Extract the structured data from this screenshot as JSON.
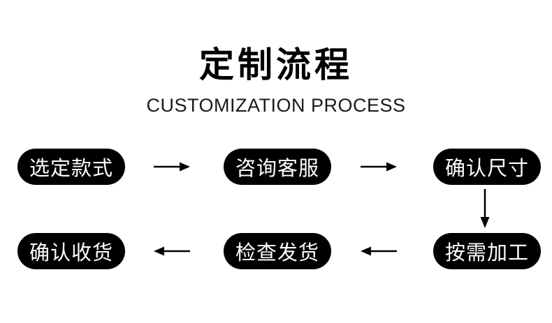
{
  "header": {
    "title": "定制流程",
    "subtitle": "CUSTOMIZATION PROCESS"
  },
  "flow": {
    "steps": [
      {
        "label": "选定款式"
      },
      {
        "label": "咨询客服"
      },
      {
        "label": "确认尺寸"
      },
      {
        "label": "按需加工"
      },
      {
        "label": "检查发货"
      },
      {
        "label": "确认收货"
      }
    ],
    "connections": [
      {
        "from": "选定款式",
        "to": "咨询客服",
        "icon": "arrow-right-icon"
      },
      {
        "from": "咨询客服",
        "to": "确认尺寸",
        "icon": "arrow-right-icon"
      },
      {
        "from": "确认尺寸",
        "to": "按需加工",
        "icon": "arrow-down-icon"
      },
      {
        "from": "按需加工",
        "to": "检查发货",
        "icon": "arrow-left-icon"
      },
      {
        "from": "检查发货",
        "to": "确认收货",
        "icon": "arrow-left-icon"
      }
    ]
  },
  "colors": {
    "background": "#ffffff",
    "pill_bg": "#000000",
    "pill_text": "#ffffff",
    "arrow": "#000000",
    "title_text": "#000000",
    "subtitle_text": "#1a1a1a"
  }
}
